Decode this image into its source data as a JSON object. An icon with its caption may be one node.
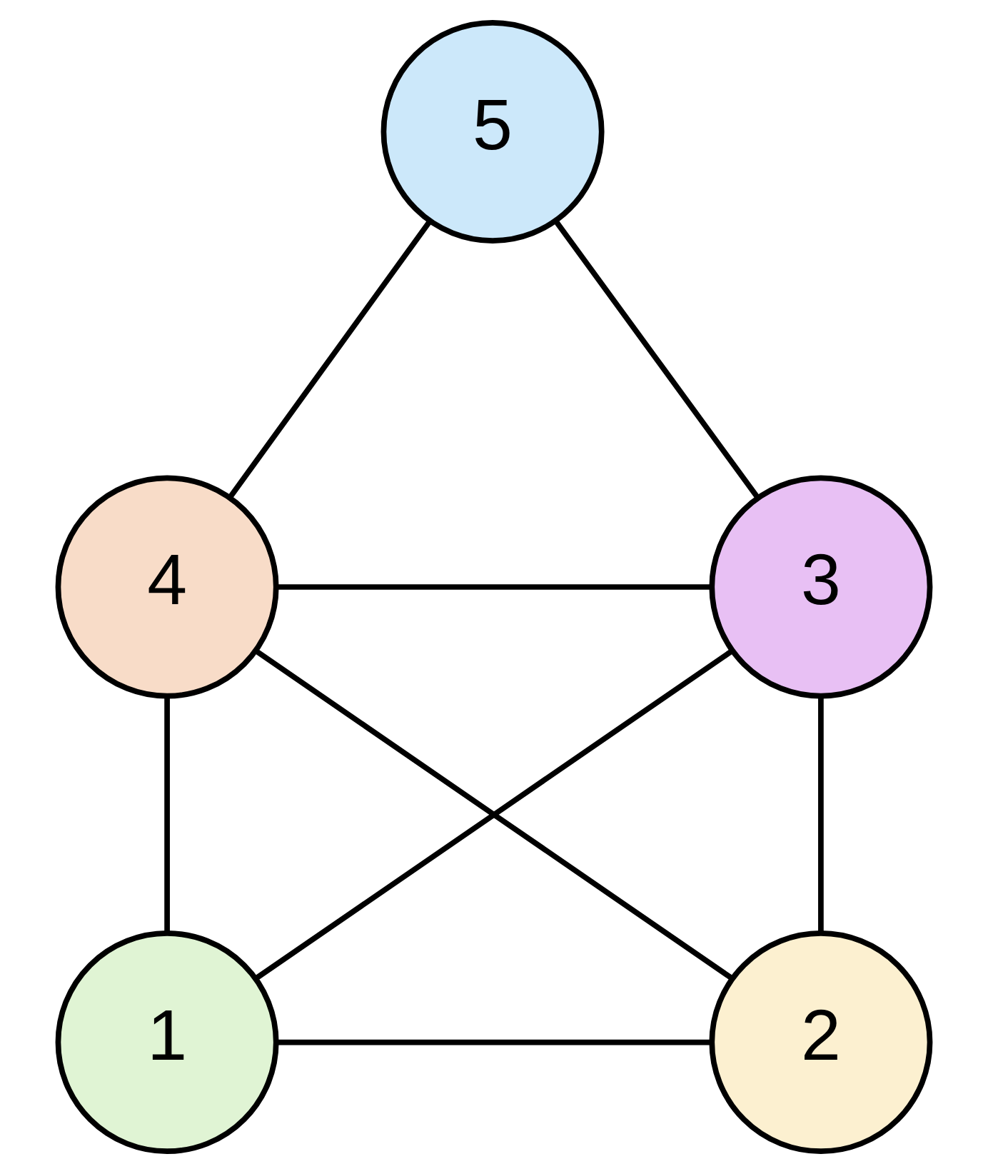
{
  "diagram": {
    "nodes": [
      {
        "text": [
          "5"
        ]
      },
      {
        "text": [
          "4"
        ]
      },
      {
        "text": [
          "3"
        ]
      },
      {
        "text": [
          "1"
        ]
      },
      {
        "text": [
          "2"
        ]
      }
    ],
    "edges": [
      {
        "from": 0,
        "to": 1,
        "arrow": "none"
      },
      {
        "from": 0,
        "to": 2,
        "arrow": "none"
      },
      {
        "from": 1,
        "to": 2,
        "arrow": "none"
      },
      {
        "from": 1,
        "to": 3,
        "arrow": "none"
      },
      {
        "from": 1,
        "to": 4,
        "arrow": "none"
      },
      {
        "from": 2,
        "to": 3,
        "arrow": "none"
      },
      {
        "from": 2,
        "to": 4,
        "arrow": "none"
      },
      {
        "from": 3,
        "to": 4,
        "arrow": "none"
      }
    ]
  }
}
